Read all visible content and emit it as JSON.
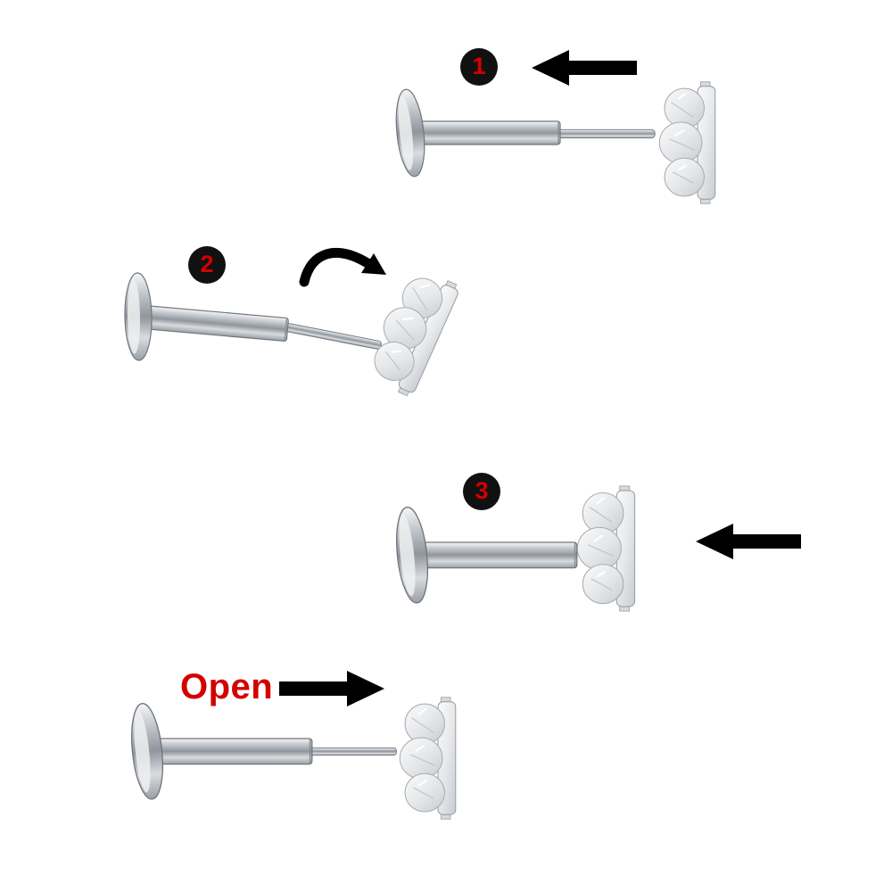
{
  "diagram": {
    "background": "#ffffff",
    "steps": [
      {
        "label": "1",
        "annotation": "arrow-left"
      },
      {
        "label": "2",
        "annotation": "arrow-curved-right"
      },
      {
        "label": "3",
        "annotation": "arrow-left"
      },
      {
        "label": "Open",
        "annotation": "arrow-right"
      }
    ],
    "colors": {
      "step_number": "#d40000",
      "badge": "#111111",
      "arrow": "#000000",
      "metal": "#9aa0a6",
      "gem": "#e3e5e7"
    }
  }
}
